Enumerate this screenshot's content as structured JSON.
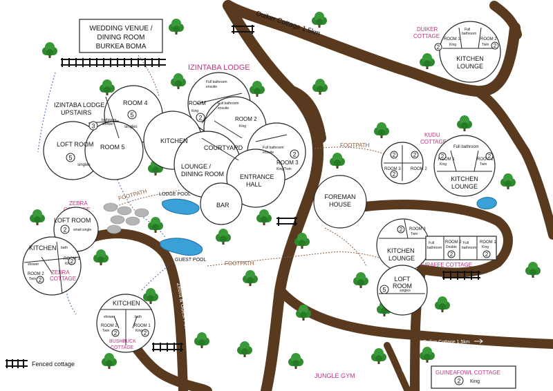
{
  "venue": {
    "line1": "WEDDING VENUE /",
    "line2": "DINING ROOM",
    "line3": "BURKEA BOMA"
  },
  "road_labels": {
    "duiker_road": "Duiker Cottage 1.5km",
    "duiker_road_bottom": "Duiker Cottage 1.5km",
    "zebra_guest_pool": "Zebra & Guest Pool",
    "guineafowl": "Guineafowl"
  },
  "footpaths": {
    "f1": "FOOTPATH",
    "f2": "FOOTPATH",
    "f3": "FOOTPATH"
  },
  "izintaba": {
    "title": "IZINTABA LODGE",
    "upstairs1": "IZINTABA LODGE",
    "upstairs2": "UPSTAIRS",
    "room4": "ROOM 4",
    "room4_num": "5",
    "room4_note": "singles",
    "bathroom_shower1": "bathroom",
    "bathroom_shower2": "shower",
    "small_num": "3",
    "loft": "LOFT ROOM",
    "loft_num": "5",
    "loft_note": "singles",
    "room5": "ROOM 5",
    "room": "ROOM",
    "room_note": "King",
    "room_num": "2",
    "full_bath1": "Full bathroom",
    "full_bath1b": "ensuite",
    "full_bath2": "Full bathroom",
    "full_bath2b": "ensuite",
    "room2": "ROOM 2",
    "room2_note": "King",
    "kitchen": "KITCHEN",
    "courtyard": "COURTYARD",
    "full_bath3": "Full bathroom",
    "full_bath3b": "ensuite",
    "room3": "ROOM 3",
    "room3_note": "King/Twin",
    "room3_num": "2",
    "lounge1": "LOUNGE /",
    "lounge2": "DINING ROOM",
    "entrance1": "ENTRANCE",
    "entrance2": "HALL",
    "bar": "BAR"
  },
  "pools": {
    "lodge": "LODGE POOL",
    "guest": "GUEST POOL"
  },
  "zebra": {
    "title1": "ZEBRA",
    "title2": "COTTAGE",
    "loft": "LOFT ROOM",
    "loft_num": "2",
    "loft_note": "small single",
    "kitchen": "KITCHEN",
    "bath": "bath",
    "shower": "shower",
    "room1": "ROOM 1",
    "room1_note": "King",
    "room1_num": "2",
    "room2": "ROOM 2",
    "room2_note": "Twin",
    "room2_num": "2",
    "label1": "ZEBRA",
    "label2": "COTTAGE"
  },
  "bushbuck": {
    "kitchen": "KITCHEN",
    "shower": "shower",
    "bath": "bath",
    "room2": "ROOM 2",
    "room2_note": "Twin",
    "room2_num": "2",
    "room1": "ROOM 1",
    "room1_note": "King",
    "room1_num": "2",
    "title1": "BUSHBUCK",
    "title2": "COTTAGE"
  },
  "foreman": {
    "line1": "FOREMAN",
    "line2": "HOUSE"
  },
  "duiker": {
    "title1": "DUIKER",
    "title2": "COTTAGE",
    "full_bath": "Full",
    "full_bath2": "bathroom",
    "room1": "ROOM 1",
    "room1_note": "King",
    "room1_num": "2",
    "room2": "ROOM 2",
    "room2_note": "Twin",
    "room2_num": "2",
    "kitchen": "KITCHEN",
    "lounge": "LOUNGE"
  },
  "kudu": {
    "title1": "KUDU",
    "title2": "COTTAGE",
    "full_bath": "Full bathroom",
    "room1": "ROOM 1",
    "room1_note": "King",
    "room1_num": "2",
    "room2": "ROOM 2",
    "room2_note": "Twin",
    "room2_num": "2",
    "kitchen": "KITCHEN",
    "lounge": "LOUNGE",
    "side_room3": "ROOM 3",
    "side_room2": "ROOM 2",
    "side_num_a": "2",
    "side_num_b": "2",
    "side_num_c": "2"
  },
  "giraffe": {
    "room3": "ROOM 3",
    "room3_note": "Twin",
    "room3_num": "2",
    "kitchen": "KITCHEN",
    "lounge": "LOUNGE",
    "fb1": "Full",
    "fb1b": "bathroom",
    "room2": "ROOM 2",
    "room2_note": "Double",
    "room2_num": "2",
    "fb2": "Full",
    "fb2b": "bathroom",
    "room1": "ROOM 1",
    "room1_note": "King",
    "room1_num": "2",
    "title": "GIRAFFE COTTAGE"
  },
  "giraffe_loft": {
    "loft": "LOFT",
    "room": "ROOM",
    "num": "5",
    "note": "singles"
  },
  "jungle_gym": "JUNGLE GYM",
  "guineafowl": {
    "title": "GUINEAFOWL COTTAGE",
    "num": "2",
    "note": "King"
  },
  "legend": {
    "fenced": "Fenced cottage"
  }
}
